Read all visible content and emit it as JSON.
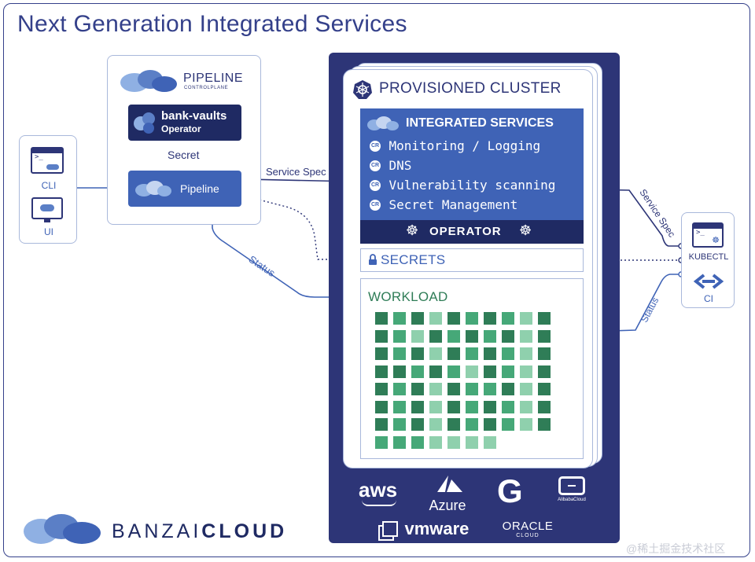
{
  "title": "Next Generation Integrated Services",
  "colors": {
    "navy": "#2d3577",
    "blue": "#3f63b6",
    "light_blue": "#a9b8db",
    "green_dark": "#2f7d57",
    "green_mid": "#46a878",
    "green_light": "#8fd0ad"
  },
  "clients": {
    "cli_label": "CLI",
    "ui_label": "UI"
  },
  "pipeline": {
    "logo_title": "PIPELINE",
    "logo_subtitle": "CONTROLPLANE",
    "bank_vaults_title": "bank-vaults",
    "bank_vaults_subtitle": "Operator",
    "secret_label": "Secret",
    "pipeline_label": "Pipeline"
  },
  "arrows": {
    "service_spec": "Service Spec",
    "status": "Status",
    "service_spec_right": "Service Spec",
    "status_right": "Status"
  },
  "cluster": {
    "title": "PROVISIONED CLUSTER",
    "integrated_services_title": "INTEGRATED SERVICES",
    "services": [
      {
        "badge": "CR",
        "label": "Monitoring / Logging"
      },
      {
        "badge": "CR",
        "label": "DNS"
      },
      {
        "badge": "CR",
        "label": "Vulnerability scanning"
      },
      {
        "badge": "CR",
        "label": "Secret Management"
      }
    ],
    "operator_label": "OPERATOR",
    "secrets_label": "SECRETS",
    "workload_label": "WORKLOAD",
    "workload_grid": [
      "dmdldmdmld",
      "dmldmdmdld",
      "dmdldmdmld",
      "ddmdmldmld",
      "dmdldmmdld",
      "dmdldmdmld",
      "dmdldmdmld",
      "mmmllll---"
    ]
  },
  "providers": {
    "aws": "aws",
    "azure": "Azure",
    "google": "G",
    "alibaba": "AlibabaCloud",
    "vmware": "vmware",
    "oracle": "ORACLE",
    "oracle_sub": "CLOUD"
  },
  "right_clients": {
    "kubectl_label": "KUBECTL",
    "ci_label": "CI"
  },
  "brand": {
    "banzai": "BANZAI",
    "cloud": "CLOUD"
  },
  "watermark": "@稀土掘金技术社区"
}
